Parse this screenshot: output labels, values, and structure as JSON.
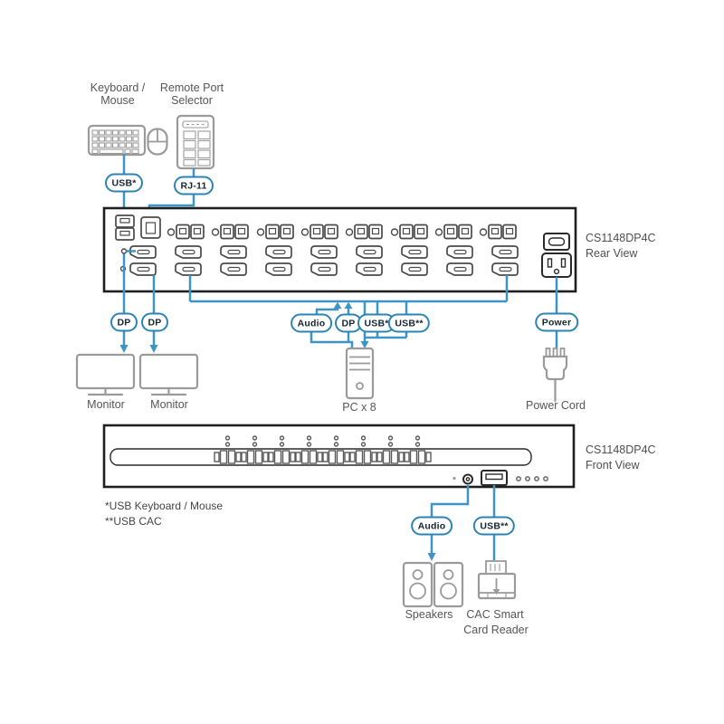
{
  "top_devices": {
    "keyboard_mouse": {
      "line1": "Keyboard /",
      "line2": "Mouse"
    },
    "remote_port_selector": {
      "line1": "Remote Port",
      "line2": "Selector"
    }
  },
  "pills": {
    "usb_keyboard": "USB*",
    "rj11": "RJ-11",
    "dp_monitor1": "DP",
    "dp_monitor2": "DP",
    "audio_mid": "Audio",
    "dp_mid": "DP",
    "usb_mid": "USB*",
    "usb_cac_mid": "USB**",
    "power": "Power",
    "audio_front": "Audio",
    "usb_cac_front": "USB**"
  },
  "rear_view": {
    "title_line1": "CS1148DP4C",
    "title_line2": "Rear View"
  },
  "front_view": {
    "title_line1": "CS1148DP4C",
    "title_line2": "Front View"
  },
  "devices": {
    "monitor1": "Monitor",
    "monitor2": "Monitor",
    "pc": "PC x 8",
    "power_cord": "Power Cord",
    "speakers": "Speakers",
    "cac_reader_line1": "CAC Smart",
    "cac_reader_line2": "Card Reader"
  },
  "footnotes": {
    "line1": "*USB Keyboard / Mouse",
    "line2": "**USB CAC"
  },
  "colors": {
    "cable_blue": "#3d95c5",
    "pill_border": "#2b84b5",
    "pill_text": "#162530",
    "device_gray": "#9a9a9a",
    "port_dark": "#4a4a4a",
    "panel_dark": "#1f1f1f",
    "label_gray": "#565656"
  }
}
